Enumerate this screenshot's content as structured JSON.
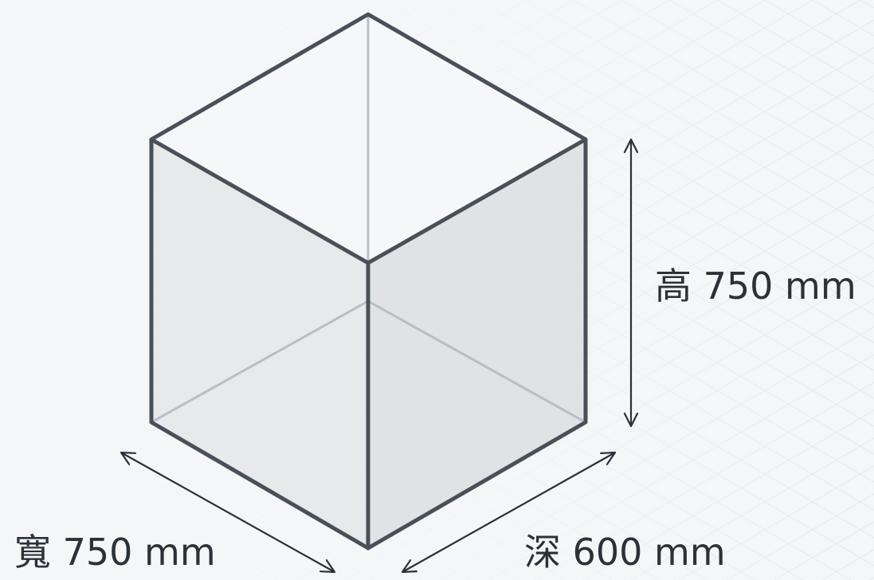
{
  "diagram": {
    "dimensions": {
      "height_label": "高 750 mm",
      "width_label": "寬 750 mm",
      "depth_label": "深 600 mm"
    },
    "colors": {
      "background": "#f4f6f8",
      "grid": "#e6e9ed",
      "edge": "#4a5058",
      "hidden_edge": "#b9bec5",
      "left_face": "#e4e6e9",
      "right_face": "#dcdee2",
      "top_face": "#f7f8f9",
      "arrow": "#2b3137"
    }
  }
}
